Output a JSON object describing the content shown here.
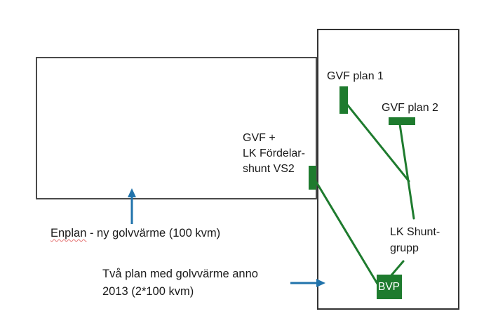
{
  "colors": {
    "shape_green": "#1e7b2e",
    "arrow_blue": "#2173ab",
    "building_outline_gray": "#4a4a4a",
    "text_black": "#1a1a1a",
    "spellcheck_red": "#e57373",
    "bvp_text_white": "#ffffff"
  },
  "diagram": {
    "components": {
      "gvf_plan1": "GVF plan 1",
      "gvf_plan2": "GVF plan 2",
      "fordelarshunt": "GVF +\nLK Fördelar-\nshunt VS2",
      "shuntgrupp": "LK Shunt-\ngrupp",
      "bvp": "BVP"
    },
    "annotations": {
      "enplan_word": "Enplan",
      "enplan_rest": " - ny golvvärme (100 kvm)",
      "tvaplan": "Två plan med golvvärme anno\n2013 (2*100 kvm)"
    }
  }
}
